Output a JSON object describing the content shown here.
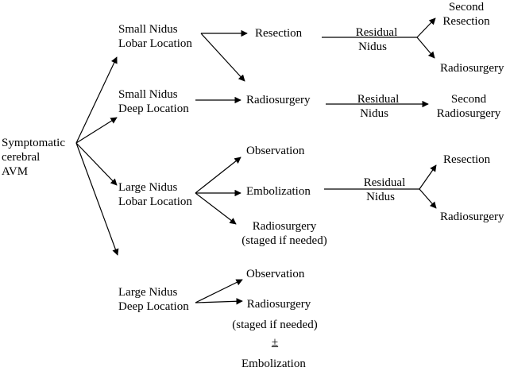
{
  "root": {
    "line1": "Symptomatic",
    "line2": "cerebral",
    "line3": "AVM"
  },
  "small_lobar": {
    "line1": "Small Nidus",
    "line2": "Lobar Location",
    "resection": "Resection",
    "residual": {
      "line1": "Residual",
      "line2": "Nidus"
    },
    "second_resection": {
      "line1": "Second",
      "line2": "Resection"
    },
    "radiosurgery": "Radiosurgery"
  },
  "small_deep": {
    "line1": "Small Nidus",
    "line2": "Deep Location",
    "radiosurgery": "Radiosurgery",
    "residual": {
      "line1": "Residual",
      "line2": "Nidus"
    },
    "second_radiosurgery": {
      "line1": "Second",
      "line2": "Radiosurgery"
    }
  },
  "large_lobar": {
    "line1": "Large Nidus",
    "line2": "Lobar Location",
    "observation": "Observation",
    "embolization": "Embolization",
    "radiosurgery": {
      "line1": "Radiosurgery",
      "line2": "(staged if needed)"
    },
    "residual": {
      "line1": "Residual",
      "line2": "Nidus"
    },
    "resection": "Resection",
    "radiosurgery_after": "Radiosurgery"
  },
  "large_deep": {
    "line1": "Large Nidus",
    "line2": "Deep Location",
    "observation": "Observation",
    "radiosurgery": {
      "line1": "Radiosurgery",
      "line2": "(staged if needed)"
    },
    "plus_minus": "±",
    "embolization": "Embolization"
  }
}
